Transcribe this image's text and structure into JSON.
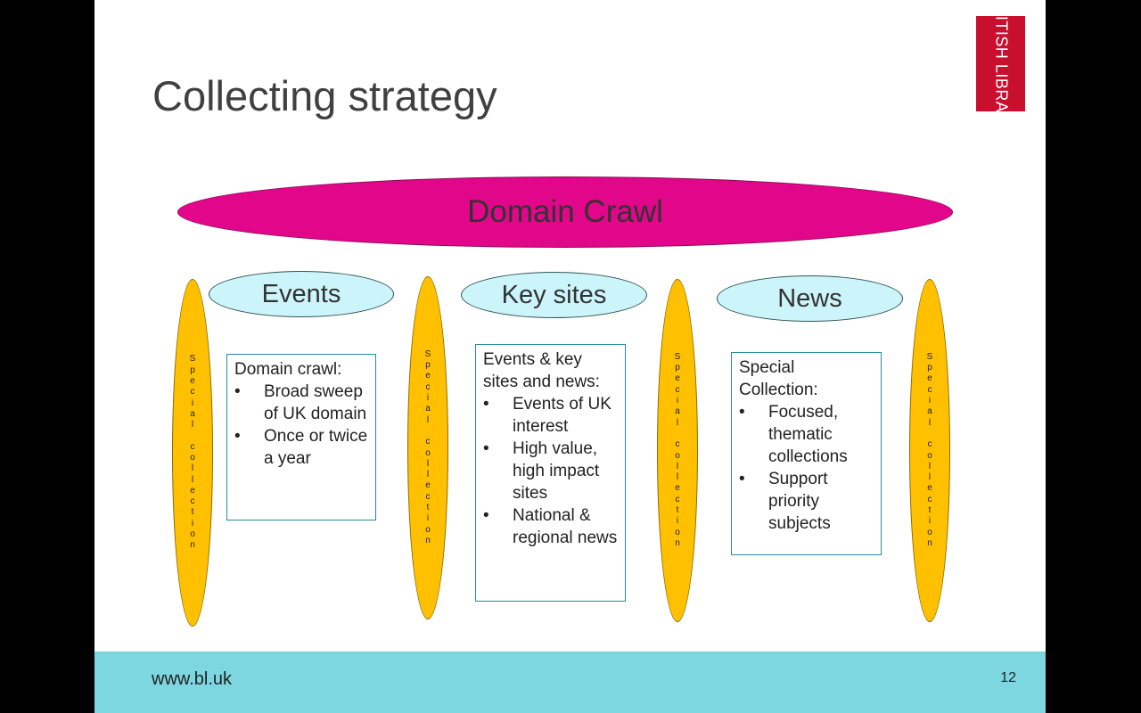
{
  "slide": {
    "title": "Collecting strategy",
    "logo_text": "BRITISH LIBRARY",
    "domain_crawl": "Domain Crawl",
    "categories": [
      "Events",
      "Key sites",
      "News"
    ],
    "special_collection_label": "Special collection",
    "boxes": [
      {
        "heading": "Domain crawl:",
        "bullets": [
          "Broad sweep of UK domain",
          "Once or twice a year"
        ]
      },
      {
        "heading": "Events & key sites and news:",
        "bullets": [
          "Events of UK interest",
          "High value, high impact sites",
          "National & regional news"
        ]
      },
      {
        "heading": "Special Collection:",
        "bullets": [
          "Focused, thematic collections",
          "Support priority subjects"
        ]
      }
    ],
    "footer_url": "www.bl.uk",
    "page_number": "12"
  },
  "colors": {
    "domain_crawl_fill": "#e2068a",
    "category_fill": "#ccf5fb",
    "special_fill": "#ffc000",
    "footer_band": "#7dd7e1",
    "logo_red": "#c8102e"
  }
}
